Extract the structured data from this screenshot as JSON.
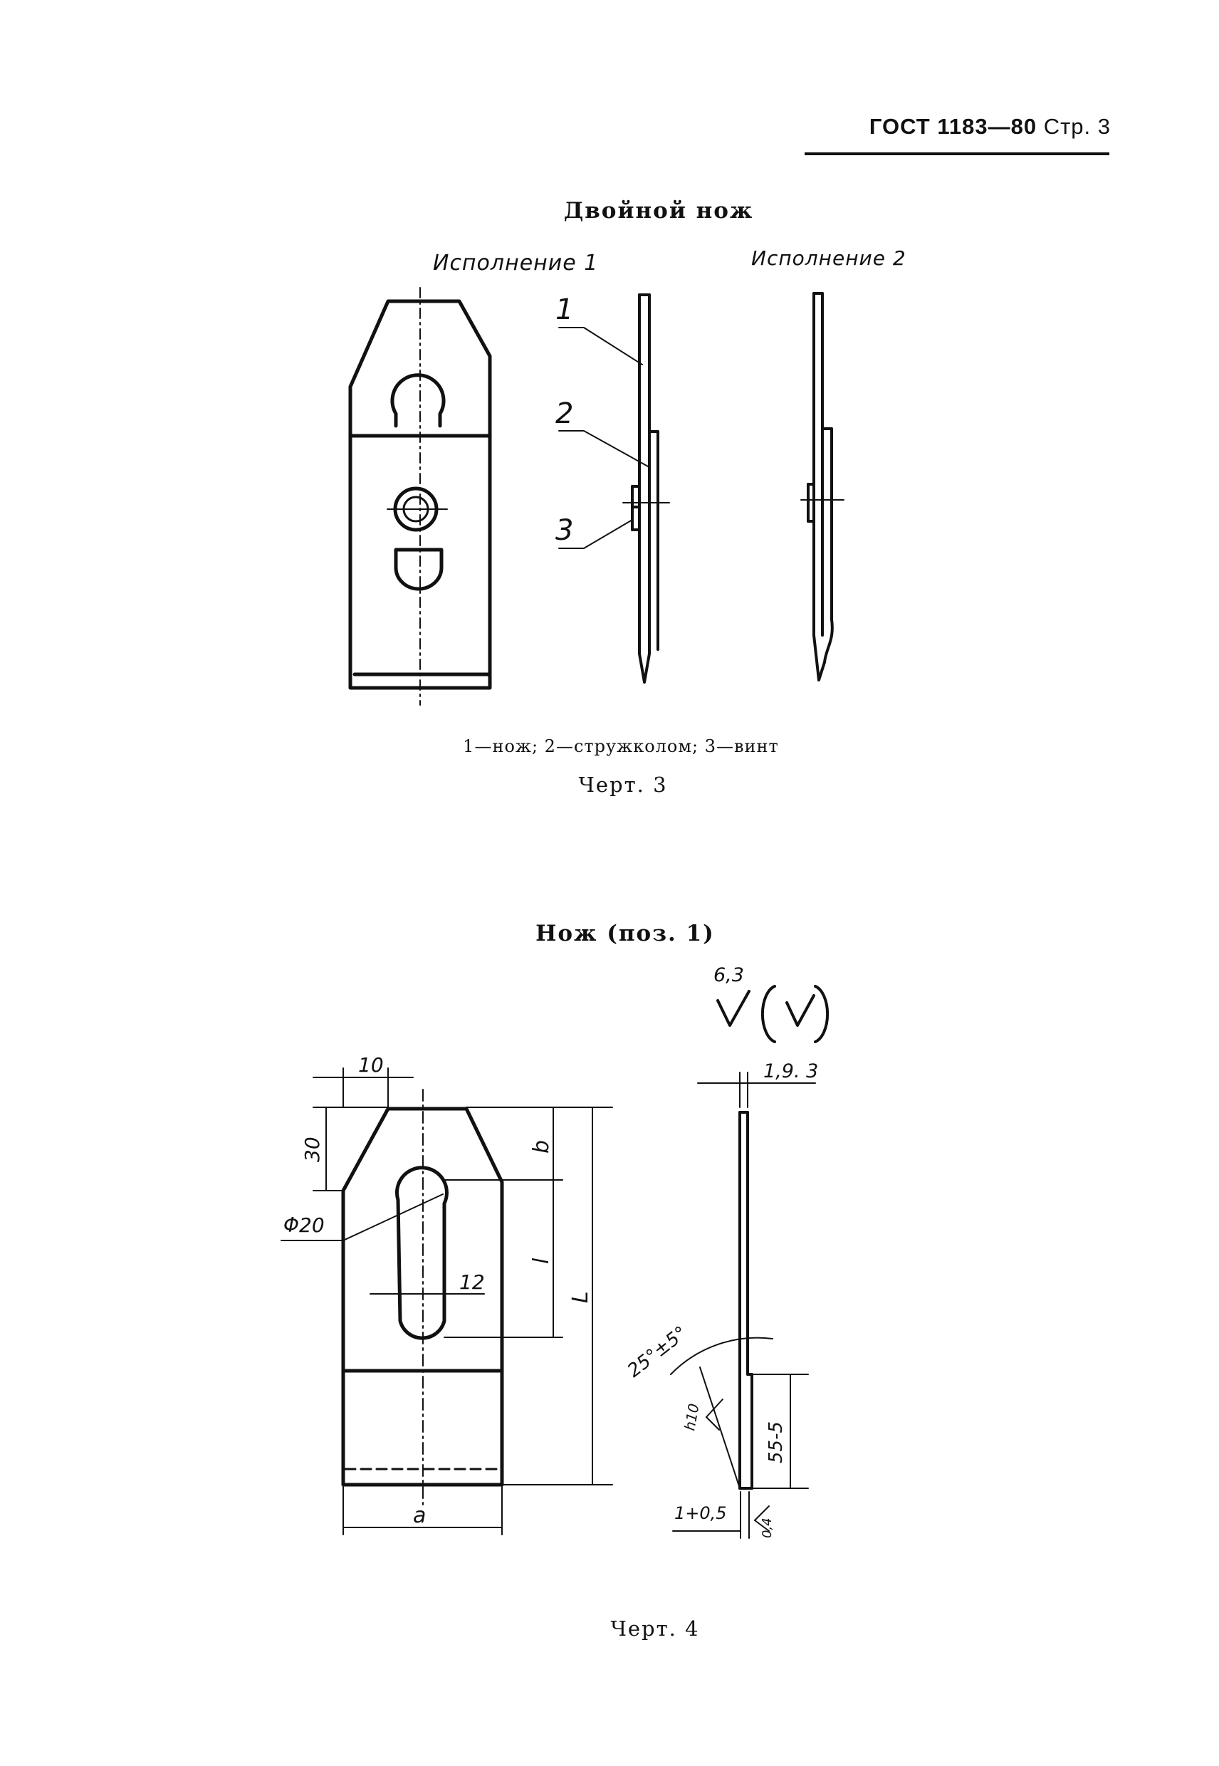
{
  "header": {
    "standard": "ГОСТ 1183—80",
    "page": "Стр. 3"
  },
  "figure3": {
    "title": "Двойной нож",
    "variant1_label": "Исполнение 1",
    "variant2_label": "Исполнение 2",
    "leader_labels": [
      "1",
      "2",
      "3"
    ],
    "legend": "1—нож; 2—стружколом; 3—винт",
    "caption": "Черт. 3"
  },
  "figure4": {
    "title": "Нож (поз. 1)",
    "roughness": {
      "value": "6,3",
      "symbol": "√",
      "bracket_symbol": "(√)"
    },
    "dimensions": {
      "top_width": "10",
      "bevel_height": "30",
      "slot_diameter": "Φ20",
      "slot_width": "12",
      "b": "b",
      "l": "l",
      "L": "L",
      "a": "a",
      "thickness": "1,9. 3",
      "angle": "25°±5°",
      "roughness_h": "h10",
      "edge_length": "55-5",
      "edge_offset": "1+0,5",
      "edge_tol": "0,4"
    },
    "caption": "Черт. 4"
  }
}
